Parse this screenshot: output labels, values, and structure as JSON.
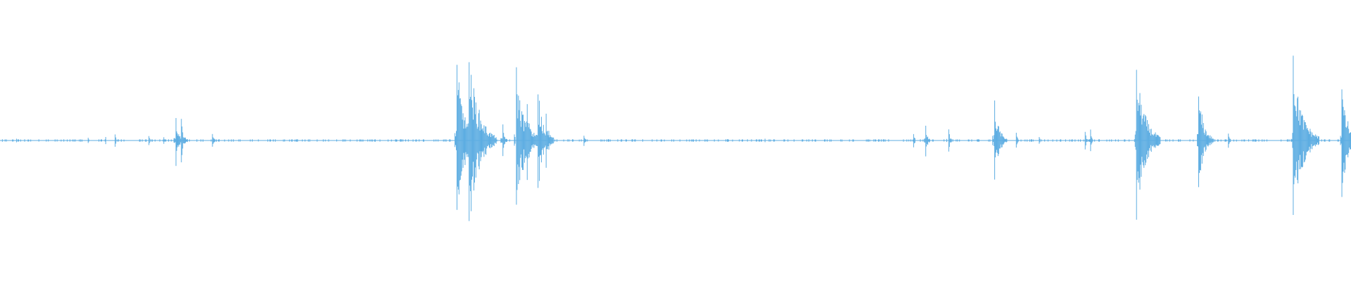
{
  "waveform": {
    "color": "#5dade2",
    "background": "#ffffff",
    "duration_fraction_samples": 2000,
    "peaks": [
      {
        "t": 0.012,
        "amp": 0.02
      },
      {
        "t": 0.065,
        "amp": 0.03
      },
      {
        "t": 0.078,
        "amp": 0.04
      },
      {
        "t": 0.085,
        "amp": 0.07
      },
      {
        "t": 0.11,
        "amp": 0.05
      },
      {
        "t": 0.121,
        "amp": 0.04
      },
      {
        "t": 0.13,
        "amp": 0.28
      },
      {
        "t": 0.134,
        "amp": 0.24
      },
      {
        "t": 0.157,
        "amp": 0.08
      },
      {
        "t": 0.338,
        "amp": 0.84
      },
      {
        "t": 0.347,
        "amp": 1.0
      },
      {
        "t": 0.372,
        "amp": 0.18
      },
      {
        "t": 0.382,
        "amp": 0.82
      },
      {
        "t": 0.39,
        "amp": 0.45
      },
      {
        "t": 0.398,
        "amp": 0.58
      },
      {
        "t": 0.404,
        "amp": 0.3
      },
      {
        "t": 0.432,
        "amp": 0.06
      },
      {
        "t": 0.566,
        "amp": 0.02
      },
      {
        "t": 0.676,
        "amp": 0.08
      },
      {
        "t": 0.685,
        "amp": 0.18
      },
      {
        "t": 0.702,
        "amp": 0.13
      },
      {
        "t": 0.736,
        "amp": 0.44
      },
      {
        "t": 0.752,
        "amp": 0.09
      },
      {
        "t": 0.769,
        "amp": 0.04
      },
      {
        "t": 0.803,
        "amp": 0.1
      },
      {
        "t": 0.807,
        "amp": 0.12
      },
      {
        "t": 0.841,
        "amp": 0.88
      },
      {
        "t": 0.852,
        "amp": 0.1
      },
      {
        "t": 0.887,
        "amp": 0.56
      },
      {
        "t": 0.909,
        "amp": 0.08
      },
      {
        "t": 0.957,
        "amp": 0.95
      },
      {
        "t": 0.968,
        "amp": 0.07
      },
      {
        "t": 0.993,
        "amp": 0.62
      }
    ]
  }
}
